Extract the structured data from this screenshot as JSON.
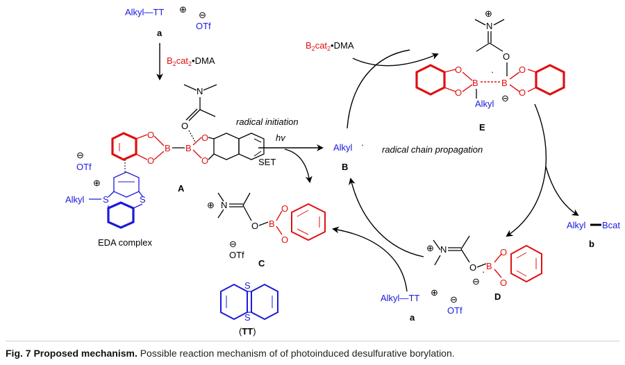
{
  "labels": {
    "alkyl_tt_top": "Alkyl—TT",
    "plus": "⊕",
    "minus": "⊖",
    "otf": "OTf",
    "a": "a",
    "b2cat2_prefix": "B",
    "b2cat2_mid": "cat",
    "b2cat2_sub": "2",
    "dma": "•DMA",
    "n": "N",
    "o": "O",
    "b": "B",
    "s": "S",
    "radical_initiation": "radical initiation",
    "hv": "hv",
    "set": "SET",
    "alkyl": "Alkyl",
    "radical_dot": "·",
    "B_label": "B",
    "radical_chain_propagation": "radical chain propagation",
    "A_label": "A",
    "eda_complex": "EDA complex",
    "C_label": "C",
    "D_label": "D",
    "E_label": "E",
    "b_label": "b",
    "tt_label_open": "(",
    "tt_label": "TT",
    "tt_label_close": ")",
    "bcat": "Bcat",
    "alkyl_tt_bottom": "Alkyl—TT"
  },
  "caption": {
    "label": "Fig. 7 Proposed mechanism.",
    "text": " Possible reaction mechanism of of photoinduced desulfurative borylation."
  },
  "colors": {
    "blue": "#1a1adc",
    "red": "#e01010",
    "black": "#000000"
  }
}
